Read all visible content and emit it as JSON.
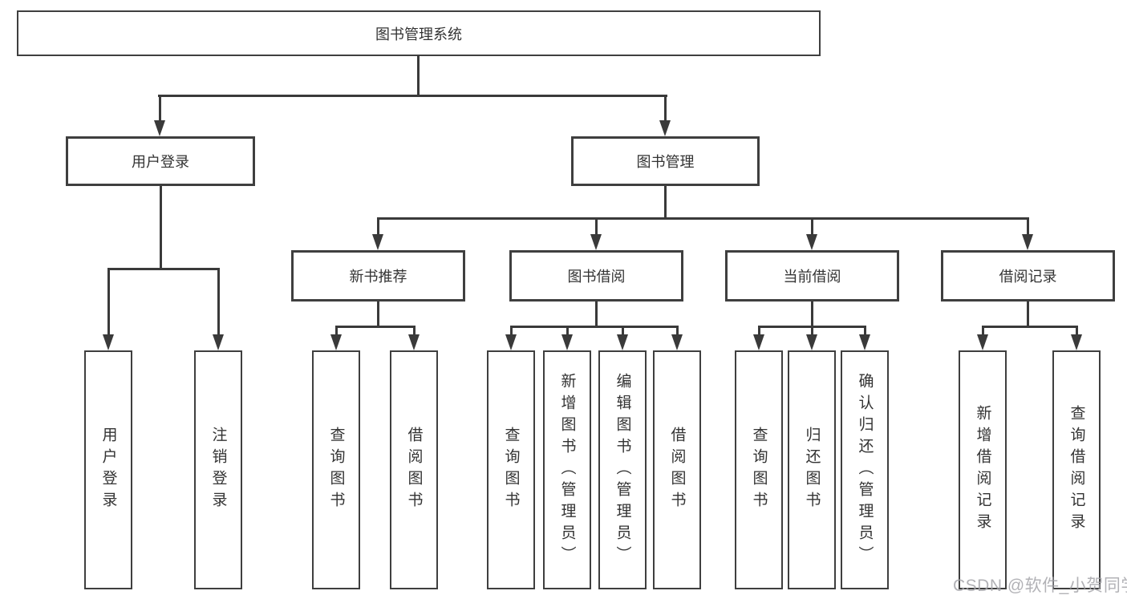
{
  "diagram": {
    "root": {
      "label": "图书管理系统"
    },
    "branches": [
      {
        "label": "用户登录",
        "children": [
          {
            "label": "用户登录"
          },
          {
            "label": "注销登录"
          }
        ]
      },
      {
        "label": "图书管理",
        "children": [
          {
            "label": "新书推荐",
            "children": [
              {
                "label": "查询图书"
              },
              {
                "label": "借阅图书"
              }
            ]
          },
          {
            "label": "图书借阅",
            "children": [
              {
                "label": "查询图书"
              },
              {
                "label": "新增图书（管理员）"
              },
              {
                "label": "编辑图书（管理员）"
              },
              {
                "label": "借阅图书"
              }
            ]
          },
          {
            "label": "当前借阅",
            "children": [
              {
                "label": "查询图书"
              },
              {
                "label": "归还图书"
              },
              {
                "label": "确认归还（管理员）"
              }
            ]
          },
          {
            "label": "借阅记录",
            "children": [
              {
                "label": "新增借阅记录"
              },
              {
                "label": "查询借阅记录"
              }
            ]
          }
        ]
      }
    ]
  },
  "watermark": {
    "text": "CSDN @软件_小贺同学"
  },
  "colors": {
    "line": "#3a3a3a",
    "border": "#3f3f3f",
    "fill": "#ffffff",
    "text": "#333333",
    "watermark": "#a5a5aa",
    "bg": "#ffffff"
  }
}
